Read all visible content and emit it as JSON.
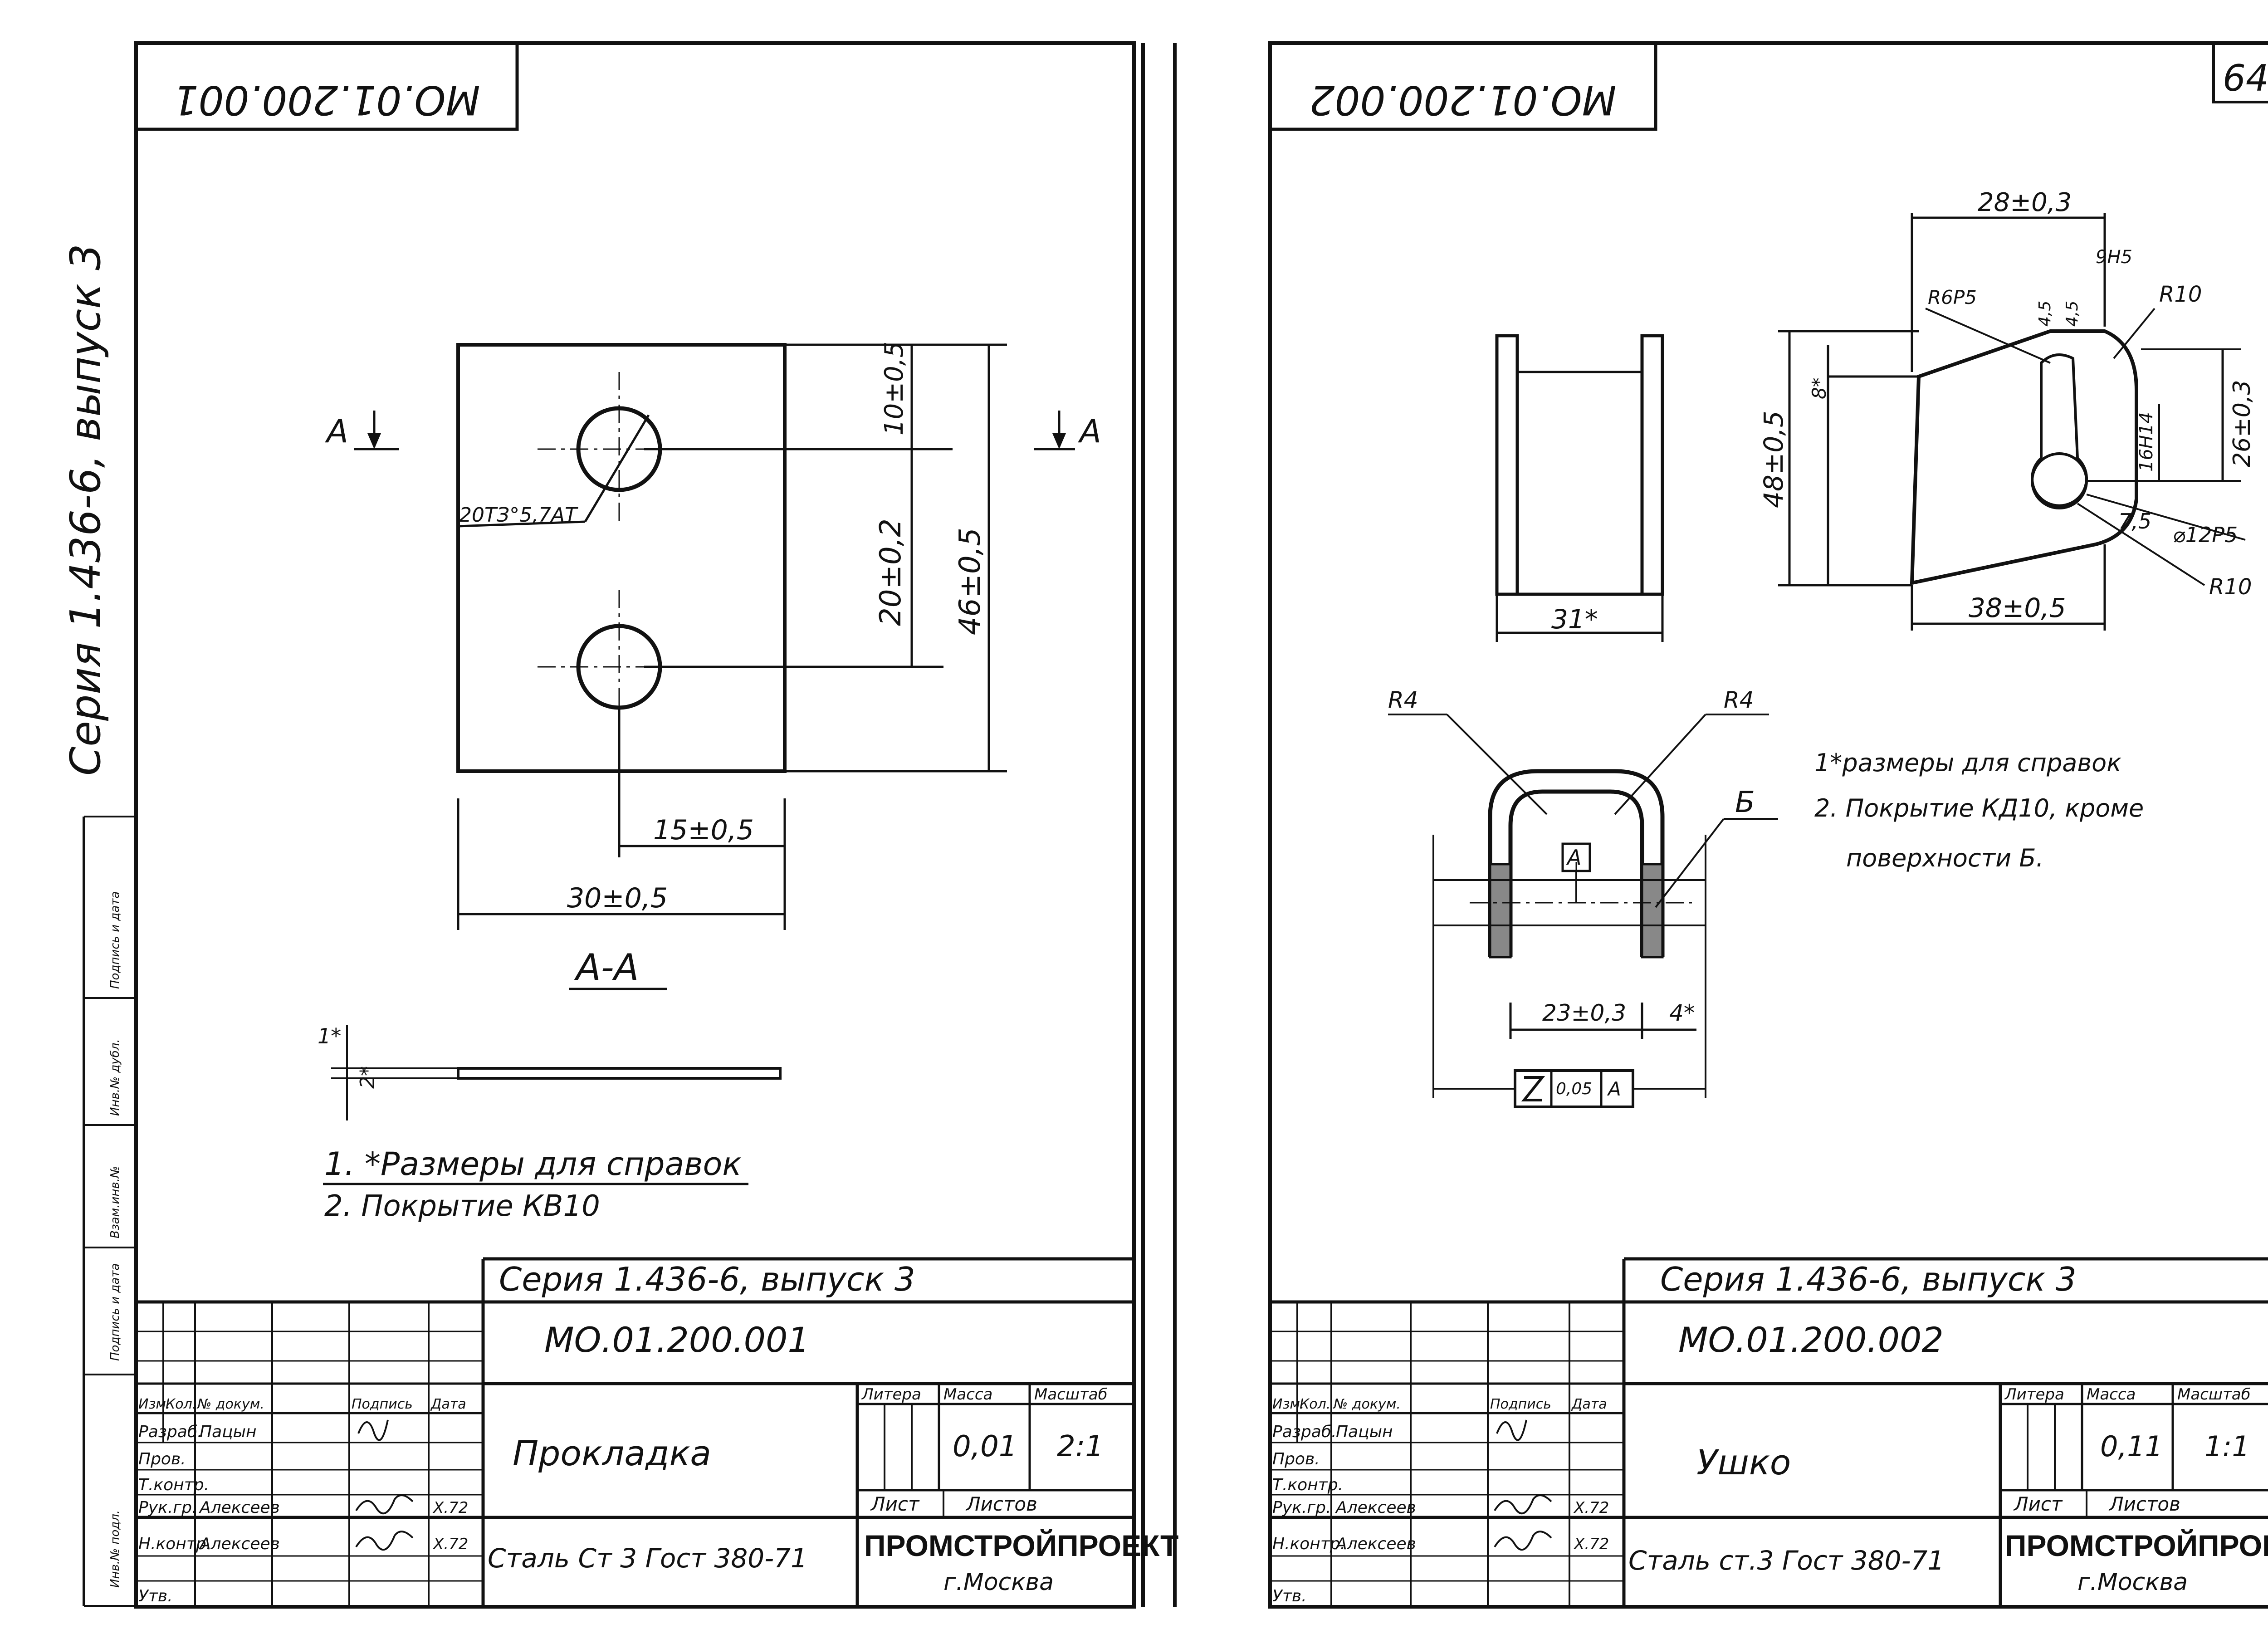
{
  "page_number": "64",
  "side_series": "Серия 1.436-6, выпуск 3",
  "side_stamp": [
    "Инв.№ подл.",
    "Подпись и дата",
    "Взам.инв.№",
    "Инв.№ дубл.",
    "Подпись и дата"
  ],
  "left": {
    "corner_code": "МО.01.200.001",
    "section_label_a": "А",
    "section_title": "А-А",
    "dims": {
      "hole_top": "10±0,5",
      "hole_spacing": "20±0,2",
      "height": "46±0,5",
      "hole_dia": "20ТЗ°5,7АТ",
      "hole_offset": "15±0,5",
      "width": "30±0,5",
      "thickness": "2*",
      "note_mark": "1*"
    },
    "notes": [
      "1. *Размеры для справок",
      "2. Покрытие КВ10"
    ],
    "title_block": {
      "series": "Серия 1.436-6, выпуск 3",
      "code": "МО.01.200.001",
      "name": "Прокладка",
      "col_headers": [
        "Изм.",
        "Кол.",
        "№ докум.",
        "Подпись",
        "Дата"
      ],
      "roles": [
        "Разраб.",
        "Пров.",
        "Т.контр.",
        "Рук.гр.",
        "Н.контр.",
        "Утв."
      ],
      "names": [
        "Пацын",
        "",
        "",
        "Алексеев",
        "Алексеев",
        ""
      ],
      "dates": [
        "",
        "",
        "",
        "X.72",
        "X.72",
        ""
      ],
      "litera_label": "Литера",
      "mass_label": "Масса",
      "scale_label": "Масштаб",
      "mass": "0,01",
      "scale": "2:1",
      "sheet_label": "Лист",
      "sheets_label": "Листов",
      "material": "Сталь Ст 3 Гост 380-71",
      "org": "ПРОМСТРОЙПРОЕКТ",
      "city": "г.Москва"
    }
  },
  "right": {
    "corner_code": "МО.01.200.002",
    "dims": {
      "top_width": "28±0,3",
      "r_slot": "R6Р5",
      "slot_a": "4,5",
      "slot_b": "4,5",
      "slot_w": "9Н5",
      "r_top": "R10",
      "chamfer": "8*",
      "height": "48±0,5",
      "slot_len": "26±0,3",
      "slot_inner": "16Н14",
      "angle": "7,5",
      "hole": "⌀12Р5",
      "r_bottom": "R10",
      "base_width": "38±0,5",
      "side_width": "31*",
      "bend_r_left": "R4",
      "bend_r_right": "R4",
      "surface": "Б",
      "inner_width": "23±0,3",
      "thickness": "4*",
      "datum": "А",
      "tol_value": "0,05",
      "tol_datum": "А"
    },
    "notes": [
      "1*размеры для справок",
      "2. Покрытие КД10, кроме",
      "поверхности Б."
    ],
    "title_block": {
      "series": "Серия 1.436-6, выпуск 3",
      "code": "МО.01.200.002",
      "name": "Ушко",
      "col_headers": [
        "Изм.",
        "Кол.",
        "№ докум.",
        "Подпись",
        "Дата"
      ],
      "roles": [
        "Разраб.",
        "Пров.",
        "Т.контр.",
        "Рук.гр.",
        "Н.контр.",
        "Утв."
      ],
      "names": [
        "Пацын",
        "",
        "",
        "Алексеев",
        "Алексеев",
        ""
      ],
      "dates": [
        "",
        "",
        "",
        "X.72",
        "X.72",
        ""
      ],
      "litera_label": "Литера",
      "mass_label": "Масса",
      "scale_label": "Масштаб",
      "mass": "0,11",
      "scale": "1:1",
      "sheet_label": "Лист",
      "sheets_label": "Листов",
      "material": "Сталь ст.3 Гост 380-71",
      "org": "ПРОМСТРОЙПРОЕКТ",
      "city": "г.Москва"
    }
  }
}
